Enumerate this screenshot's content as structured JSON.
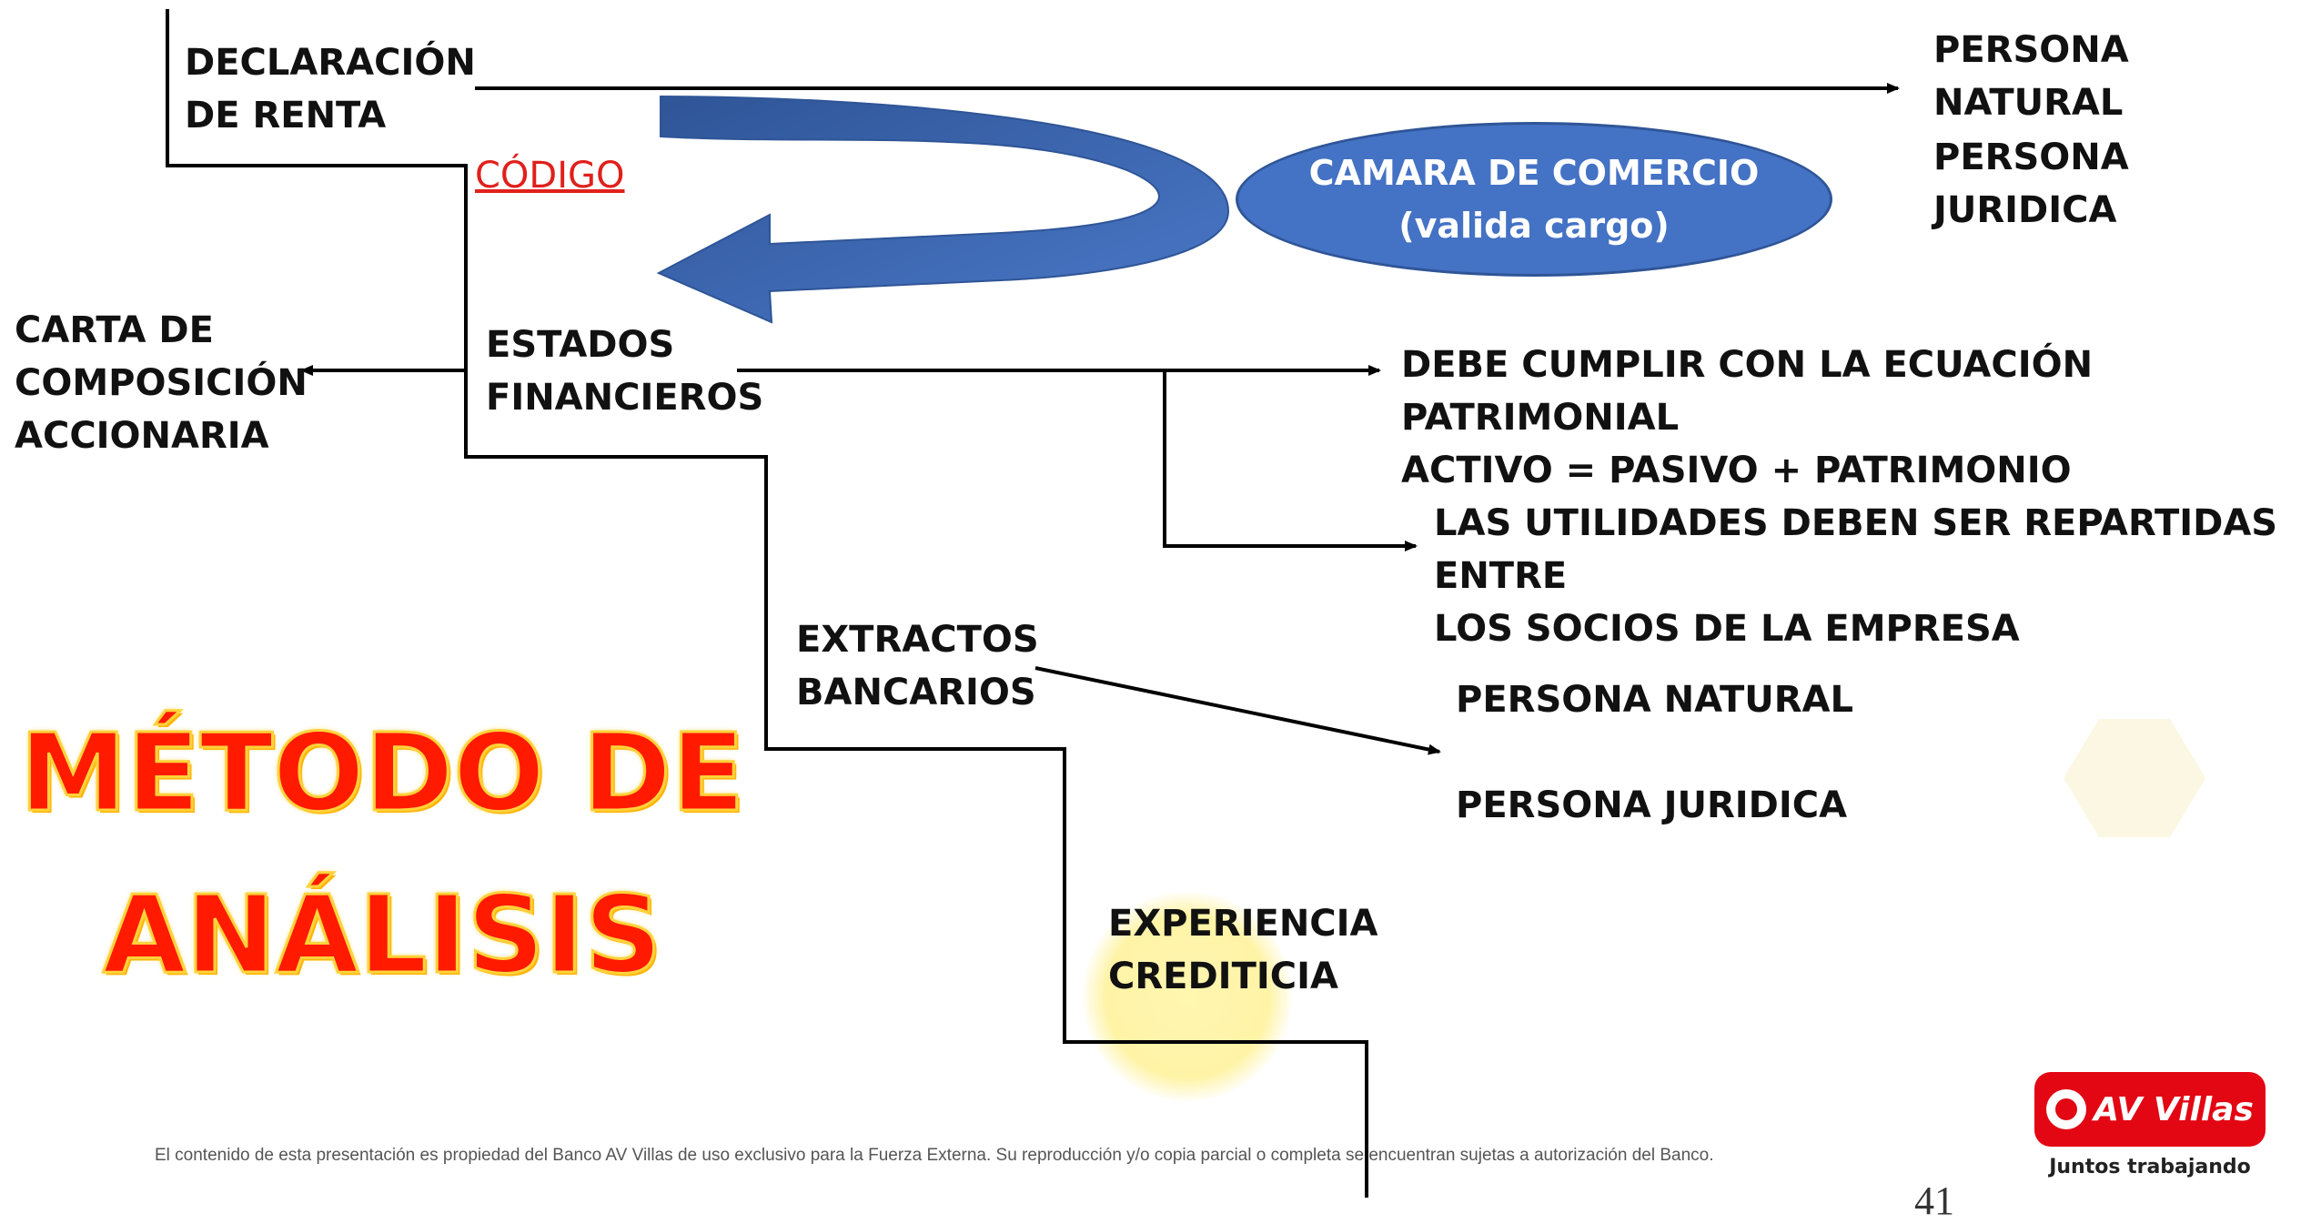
{
  "labels": {
    "declaracion_renta": "DECLARACIÓN\nDE RENTA",
    "codigo": "CÓDIGO",
    "carta_composicion": "CARTA DE\nCOMPOSICIÓN\nACCIONARIA",
    "estados_financieros": "ESTADOS\nFINANCIEROS",
    "extractos_bancarios": "EXTRACTOS\nBANCARIOS",
    "experiencia_crediticia": "EXPERIENCIA\nCREDITICIA",
    "persona_natural_top": "PERSONA NATURAL",
    "persona_juridica_top": "PERSONA JURIDICA",
    "camara_comercio": "CAMARA DE COMERCIO\n(valida cargo)",
    "ecuacion_patrimonial": "DEBE CUMPLIR CON LA ECUACIÓN PATRIMONIAL\n     ACTIVO =  PASIVO + PATRIMONIO",
    "utilidades": "LAS UTILIDADES DEBEN SER REPARTIDAS ENTRE\nLOS SOCIOS DE LA EMPRESA",
    "persona_natural_mid": "PERSONA NATURAL",
    "persona_juridica_mid": "PERSONA JURIDICA"
  },
  "title": "MÉTODO DE\nANÁLISIS",
  "footer": {
    "disclaimer": "El contenido de esta presentación es propiedad del Banco AV Villas de uso exclusivo para la Fuerza Externa. Su reproducción y/o copia parcial o completa se encuentran sujetas a autorización del Banco.",
    "page_number": "41"
  },
  "logo": {
    "name": "AV Villas",
    "tagline": "Juntos trabajando"
  },
  "colors": {
    "title_red": "#ff1a00",
    "ellipse_blue": "#4472c4",
    "link_red": "#e0201b",
    "brand_red": "#e30613"
  }
}
